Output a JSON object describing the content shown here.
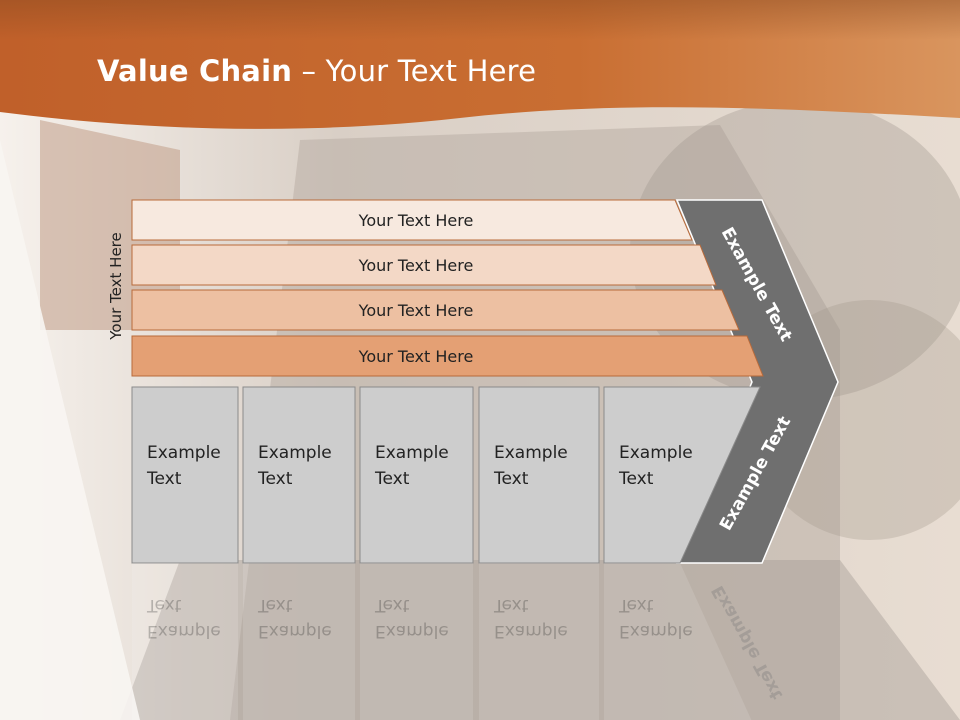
{
  "slide": {
    "title_bold": "Value Chain",
    "title_rest": " – Your Text Here",
    "vertical_label": "Your Text Here"
  },
  "bars": [
    {
      "label": "Your Text Here",
      "fill": "#f7e9df"
    },
    {
      "label": "Your Text Here",
      "fill": "#f3d8c6"
    },
    {
      "label": "Your Text Here",
      "fill": "#edc0a2"
    },
    {
      "label": "Your Text Here",
      "fill": "#e4a074"
    }
  ],
  "boxes": [
    {
      "line1": "Example",
      "line2": "Text"
    },
    {
      "line1": "Example",
      "line2": "Text"
    },
    {
      "line1": "Example",
      "line2": "Text"
    },
    {
      "line1": "Example",
      "line2": "Text"
    },
    {
      "line1": "Example",
      "line2": "Text"
    }
  ],
  "chevron": {
    "upper_text": "Example Text",
    "lower_text": "Example Text"
  },
  "colors": {
    "header_orange": "#c86a2c",
    "box_fill": "#cdcdcd",
    "chevron_fill": "#6f6f6f"
  }
}
